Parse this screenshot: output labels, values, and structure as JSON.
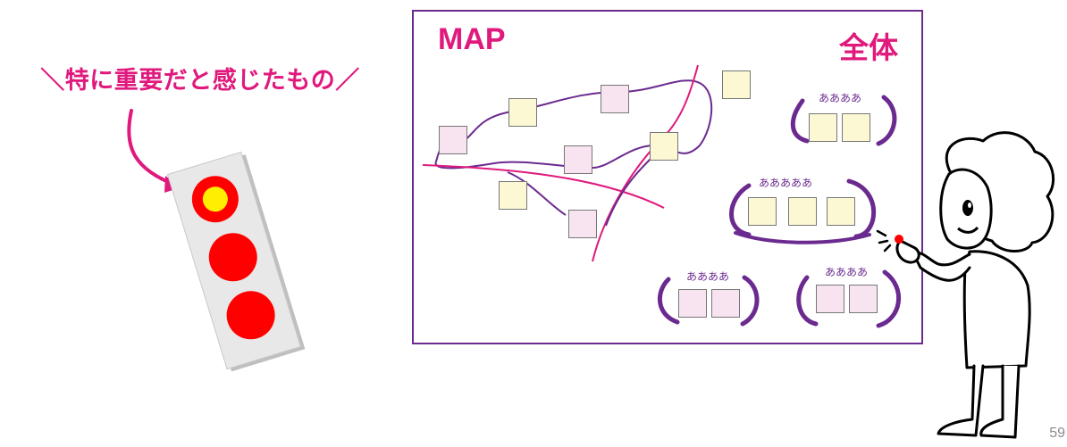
{
  "callout": {
    "text": "＼特に重要だと感じたもの／"
  },
  "board": {
    "map_label": "MAP",
    "title": "全体",
    "groups": [
      {
        "label": "ああああ"
      },
      {
        "label": "あああああ"
      },
      {
        "label": "ああああ"
      },
      {
        "label": "ああああ"
      }
    ]
  },
  "page_number": "59",
  "colors": {
    "accent": "#e0197d",
    "board_border": "#6b2a8f",
    "dot_red": "#ff0000",
    "dot_yellow": "#ffee00",
    "note_yellow": "#fdf8d4",
    "note_pink": "#f8e4f1"
  }
}
